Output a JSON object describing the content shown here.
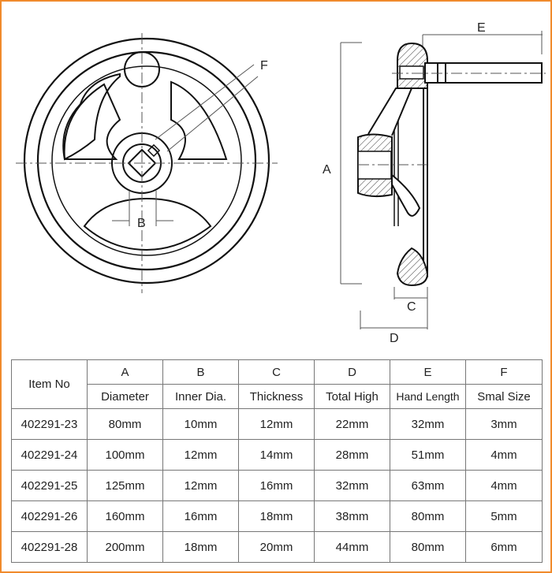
{
  "drawing": {
    "labels": {
      "A": "A",
      "B": "B",
      "C": "C",
      "D": "D",
      "E": "E",
      "F": "F"
    },
    "border_color": "#f08a2c"
  },
  "table": {
    "header_top": [
      "Item No",
      "A",
      "B",
      "C",
      "D",
      "E",
      "F"
    ],
    "header_sub": [
      "Diameter",
      "Inner Dia.",
      "Thickness",
      "Total High",
      "Hand Length",
      "Smal Size"
    ],
    "rows": [
      [
        "402291-23",
        "80mm",
        "10mm",
        "12mm",
        "22mm",
        "32mm",
        "3mm"
      ],
      [
        "402291-24",
        "100mm",
        "12mm",
        "14mm",
        "28mm",
        "51mm",
        "4mm"
      ],
      [
        "402291-25",
        "125mm",
        "12mm",
        "16mm",
        "32mm",
        "63mm",
        "4mm"
      ],
      [
        "402291-26",
        "160mm",
        "16mm",
        "18mm",
        "38mm",
        "80mm",
        "5mm"
      ],
      [
        "402291-28",
        "200mm",
        "18mm",
        "20mm",
        "44mm",
        "80mm",
        "6mm"
      ]
    ]
  }
}
